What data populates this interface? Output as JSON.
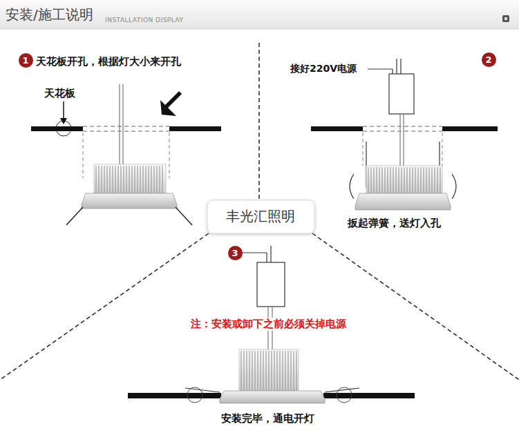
{
  "diagram": {
    "title": "安装/施工说明",
    "nodes": [
      {
        "text": [
          "1"
        ]
      },
      {
        "text": [
          "2"
        ]
      },
      {
        "text": [
          "丰光汇照明"
        ]
      },
      {
        "text": [
          "3"
        ]
      }
    ],
    "labels": [
      "INSTALLATION DISPLAY",
      "天花板开孔，根据灯大小来开孔",
      "天花板",
      "接好220V电源",
      "扳起弹簧，送灯入孔",
      "注：安装或卸下之前必须关掉电源",
      "安装完毕，通电开灯"
    ]
  }
}
